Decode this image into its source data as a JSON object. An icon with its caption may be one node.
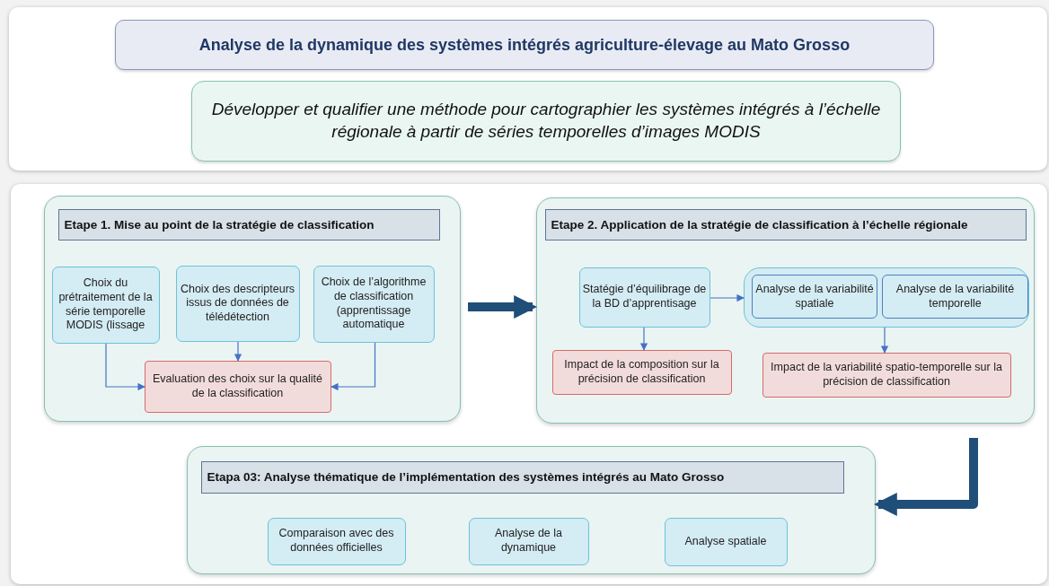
{
  "diagram": {
    "nodes": [
      {
        "text": [
          "Analyse de la dynamique des systèmes intégrés agriculture-élevage au Mato Grosso"
        ]
      },
      {
        "text": [
          "Développer et qualifier une méthode pour cartographier les systèmes intégrés à l’échelle régionale à partir de séries temporelles d’images MODIS"
        ]
      },
      {
        "text": [],
        "shape": "box"
      },
      {
        "text": [
          "Etape 1. Mise au point de la stratégie de classification"
        ],
        "in": 2
      },
      {
        "text": [
          "Choix du prétraitement de la série temporelle MODIS (lissage"
        ],
        "in": 2
      },
      {
        "text": [
          "Choix des descripteurs issus de données de télédétection"
        ],
        "in": 2
      },
      {
        "text": [
          "Choix de l’algorithme de classification (apprentissage automatique"
        ],
        "in": 2
      },
      {
        "text": [
          "Evaluation des choix sur la qualité de la classification"
        ],
        "in": 2
      },
      {
        "text": [],
        "shape": "box"
      },
      {
        "text": [
          "Etape 2. Application de la stratégie de classification à l’échelle régionale"
        ],
        "in": 8
      },
      {
        "text": [
          "Statégie d’équilibrage de la BD d’apprentisage"
        ],
        "in": 8
      },
      {
        "text": [],
        "shape": "box",
        "in": 8
      },
      {
        "text": [
          "Analyse de la variabilité spatiale"
        ],
        "in": 11
      },
      {
        "text": [
          "Analyse de la variabilité temporelle"
        ],
        "in": 11
      },
      {
        "text": [
          "Impact de la composition sur la précision de classification"
        ],
        "in": 8
      },
      {
        "text": [
          "Impact de la variabilité spatio-temporelle sur la précision de classification"
        ],
        "in": 8
      },
      {
        "text": [],
        "shape": "box"
      },
      {
        "text": [
          "Etapa 03: Analyse thématique de l’implémentation des systèmes intégrés au Mato Grosso"
        ],
        "in": 16
      },
      {
        "text": [
          "Comparaison avec des données officielles"
        ],
        "in": 16
      },
      {
        "text": [
          "Analyse de la dynamique"
        ],
        "in": 16
      },
      {
        "text": [
          "Analyse spatiale"
        ],
        "in": 16
      }
    ],
    "edges": [
      {
        "from": 4,
        "to": 7,
        "arrow": "to"
      },
      {
        "from": 5,
        "to": 7,
        "arrow": "to"
      },
      {
        "from": 6,
        "to": 7,
        "arrow": "to"
      },
      {
        "from": 10,
        "to": 11,
        "arrow": "to"
      },
      {
        "from": 10,
        "to": 14,
        "arrow": "to"
      },
      {
        "from": 11,
        "to": 15,
        "arrow": "to"
      },
      {
        "from": 2,
        "to": 8,
        "arrow": "to",
        "style": "thick",
        "color": "#1f4e79"
      },
      {
        "from": 8,
        "to": 16,
        "arrow": "to",
        "style": "thick",
        "color": "#1f4e79"
      }
    ]
  }
}
